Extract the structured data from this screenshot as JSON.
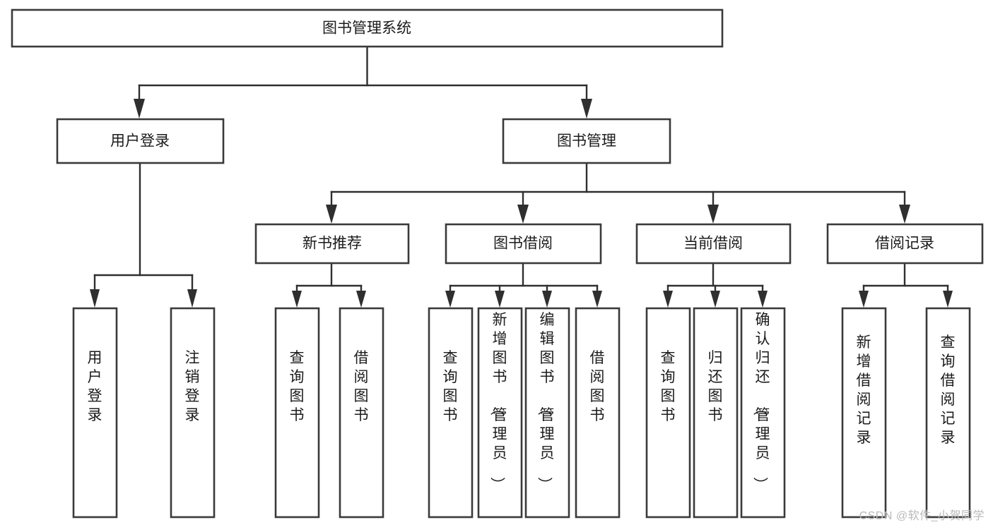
{
  "diagram": {
    "type": "tree-hierarchy",
    "title": "图书管理系统",
    "orientation": "top-down",
    "colors": {
      "box_stroke": "#3a3a3a",
      "box_fill": "#ffffff",
      "connector": "#2f2f2f",
      "label_text": "#1b1b1b",
      "watermark": "#b9b9b9",
      "background": "#ffffff"
    },
    "root": {
      "id": "root",
      "label": "图书管理系统"
    },
    "level2": [
      {
        "id": "user-login",
        "label": "用户登录"
      },
      {
        "id": "book-management",
        "label": "图书管理"
      }
    ],
    "level3": [
      {
        "id": "new-book-recommend",
        "label": "新书推荐",
        "parent": "book-management"
      },
      {
        "id": "book-borrow",
        "label": "图书借阅",
        "parent": "book-management"
      },
      {
        "id": "current-borrow",
        "label": "当前借阅",
        "parent": "book-management"
      },
      {
        "id": "borrow-record",
        "label": "借阅记录",
        "parent": "book-management"
      }
    ],
    "leaves": {
      "user-login": [
        {
          "id": "leaf-user-login",
          "label": "用户登录"
        },
        {
          "id": "leaf-user-logout",
          "label": "注销登录"
        }
      ],
      "new-book-recommend": [
        {
          "id": "leaf-query-book-1",
          "label": "查询图书"
        },
        {
          "id": "leaf-borrow-book-1",
          "label": "借阅图书"
        }
      ],
      "book-borrow": [
        {
          "id": "leaf-query-book-2",
          "label": "查询图书"
        },
        {
          "id": "leaf-add-book",
          "label": "新增图书（管理员）"
        },
        {
          "id": "leaf-edit-book",
          "label": "编辑图书（管理员）"
        },
        {
          "id": "leaf-borrow-book-2",
          "label": "借阅图书"
        }
      ],
      "current-borrow": [
        {
          "id": "leaf-query-book-3",
          "label": "查询图书"
        },
        {
          "id": "leaf-return-book",
          "label": "归还图书"
        },
        {
          "id": "leaf-confirm-return",
          "label": "确认归还（管理员）"
        }
      ],
      "borrow-record": [
        {
          "id": "leaf-add-record",
          "label": "新增借阅记录"
        },
        {
          "id": "leaf-query-record",
          "label": "查询借阅记录"
        }
      ]
    }
  },
  "watermark": {
    "text": "CSDN @软件_小贺同学"
  }
}
